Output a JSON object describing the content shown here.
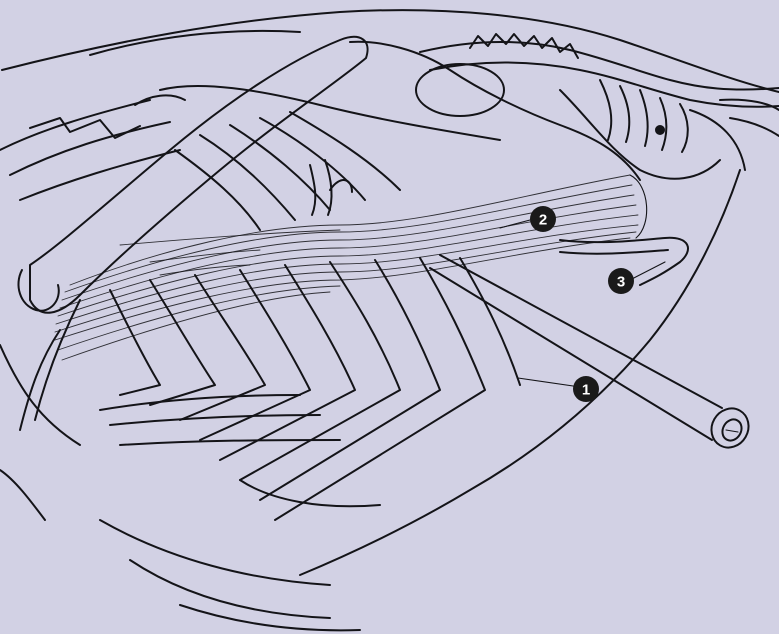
{
  "figure": {
    "callouts": [
      {
        "number": "1",
        "target": "tube"
      },
      {
        "number": "2",
        "target": "muscle"
      },
      {
        "number": "3",
        "target": "tendon"
      }
    ],
    "colors": {
      "background": "#d2d1e4",
      "line": "#141418",
      "marker_fill": "#1a1a1a",
      "marker_text": "#ffffff"
    }
  }
}
